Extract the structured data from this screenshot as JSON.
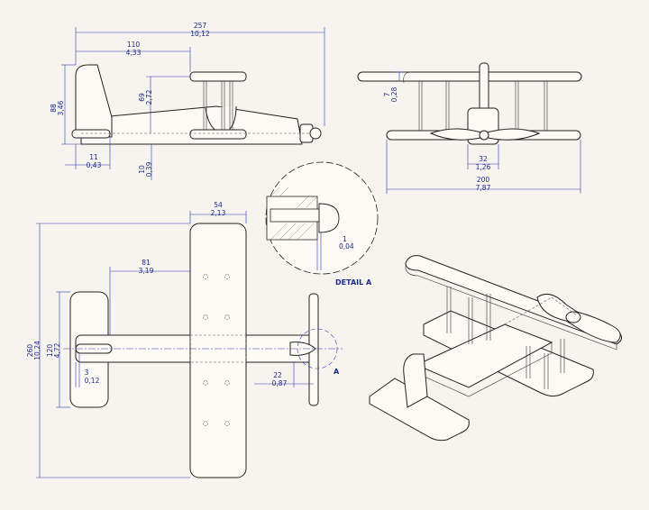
{
  "dimensions": {
    "overall_length": {
      "mm": "257",
      "in": "10,12"
    },
    "nose_to_wing": {
      "mm": "110",
      "in": "4,33"
    },
    "tail_height": {
      "mm": "88",
      "in": "3,46"
    },
    "wing_gap": {
      "mm": "69",
      "in": "2,72"
    },
    "tail_offset": {
      "mm": "11",
      "in": "0,43"
    },
    "fuselage_offset": {
      "mm": "10",
      "in": "0,39"
    },
    "strut_offset": {
      "mm": "7",
      "in": "0,28"
    },
    "prop_hub": {
      "mm": "32",
      "in": "1,26"
    },
    "wingspan_front": {
      "mm": "200",
      "in": "7,87"
    },
    "wing_chord": {
      "mm": "54",
      "in": "2,13"
    },
    "wing_position": {
      "mm": "81",
      "in": "3,19"
    },
    "wingspan_top": {
      "mm": "260",
      "in": "10,24"
    },
    "tail_span": {
      "mm": "120",
      "in": "4,72"
    },
    "tail_slot": {
      "mm": "3",
      "in": "0,12"
    },
    "nose_len": {
      "mm": "22",
      "in": "0,87"
    },
    "detail_gap": {
      "mm": "1",
      "in": "0,04"
    }
  },
  "labels": {
    "detail_title": "DETAIL A",
    "detail_marker": "A"
  },
  "colors": {
    "dimension": "#1a2a8a",
    "outline": "#222222",
    "background": "#f7f3ef"
  }
}
